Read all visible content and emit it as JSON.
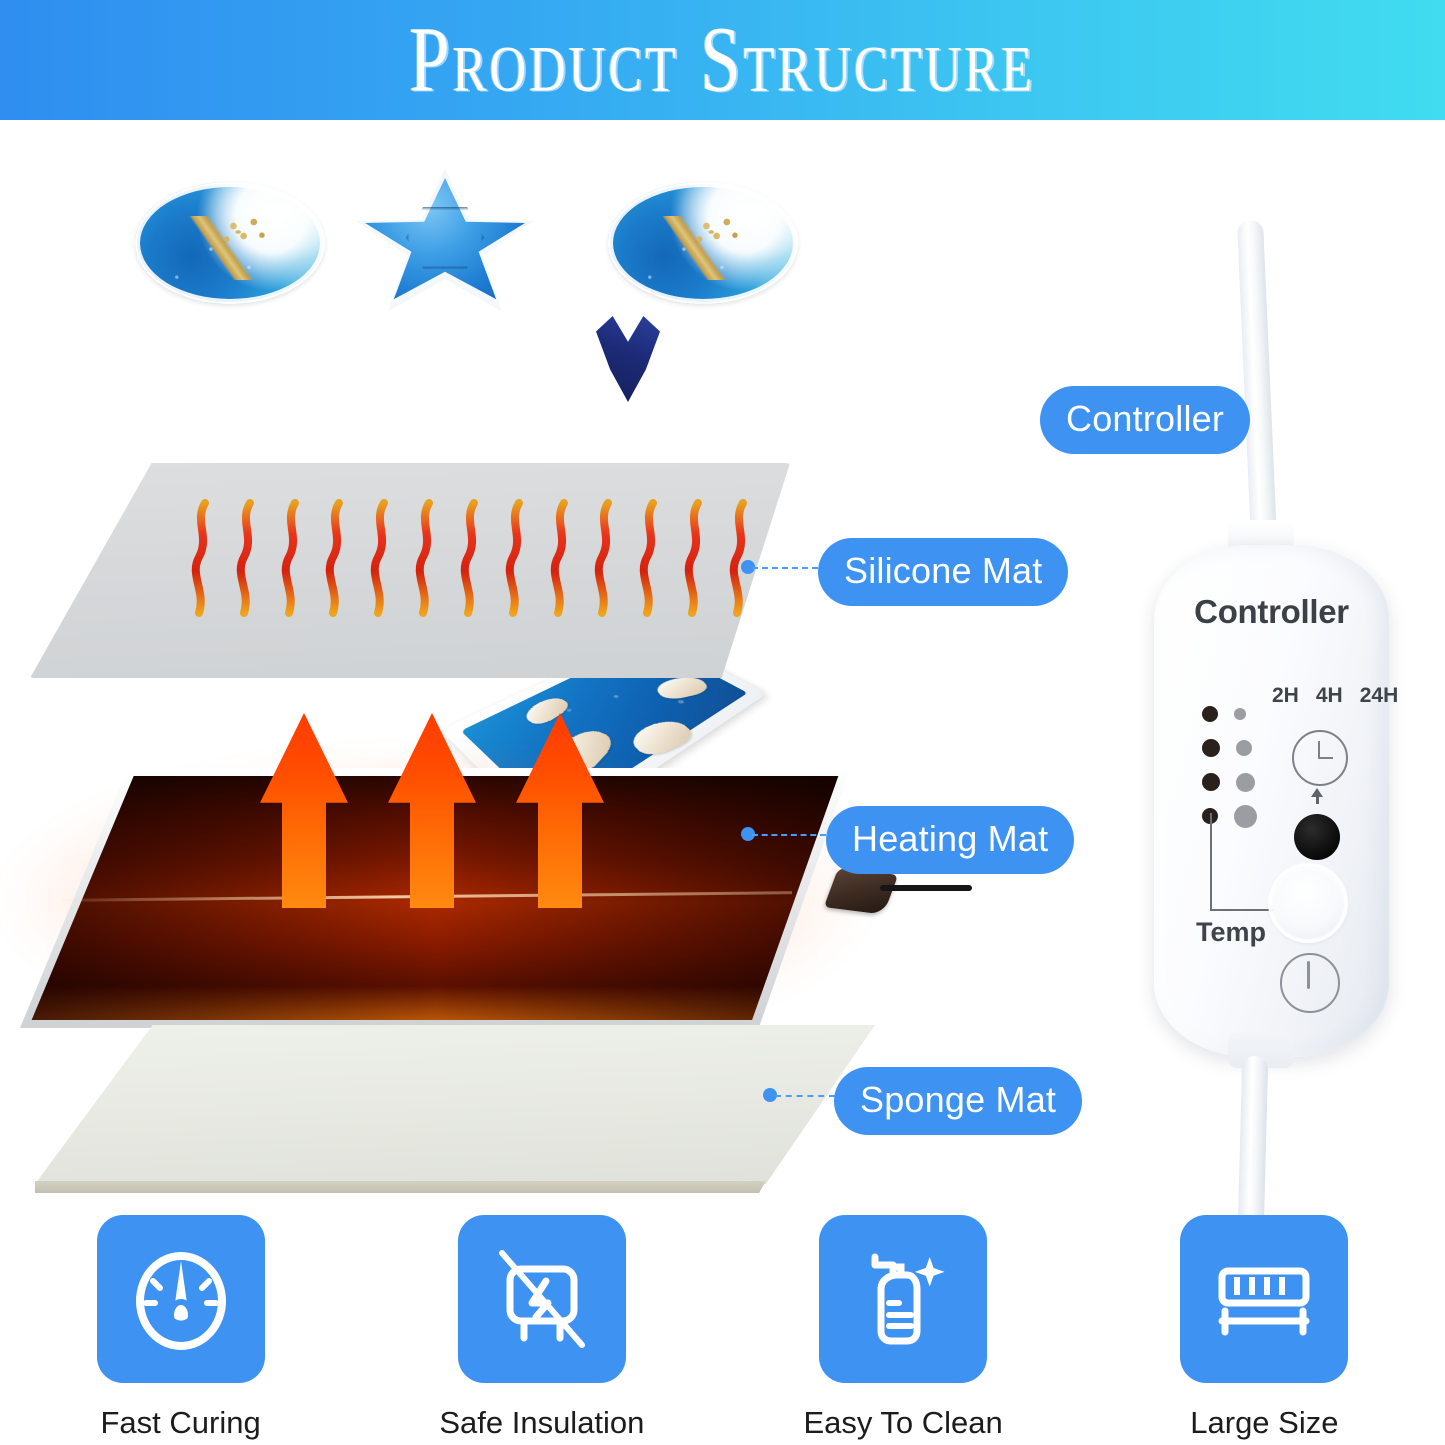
{
  "header": {
    "title": "Product Structure"
  },
  "layers": [
    {
      "id": "silicone",
      "label": "Silicone Mat"
    },
    {
      "id": "heating",
      "label": "Heating Mat"
    },
    {
      "id": "sponge",
      "label": "Sponge Mat"
    }
  ],
  "callouts": {
    "silicone_mat": "Silicone Mat",
    "heating_mat": "Heating Mat",
    "sponge_mat": "Sponge Mat",
    "controller": "Controller"
  },
  "controller": {
    "badge_label": "Controller",
    "body_label": "Controller",
    "timer_options": [
      "2H",
      "4H",
      "24H"
    ],
    "temp_label": "Temp",
    "led_rows": [
      {
        "dark": 16,
        "grey": 12
      },
      {
        "dark": 18,
        "grey": 16
      },
      {
        "dark": 18,
        "grey": 19
      },
      {
        "dark": 16,
        "grey": 23
      }
    ],
    "icons": {
      "timer": "clock-icon",
      "timer_button": "timer-button",
      "temp_button": "temperature-button",
      "power": "power-icon"
    }
  },
  "features": [
    {
      "label": "Fast Curing",
      "icon": "speedometer-icon"
    },
    {
      "label": "Safe Insulation",
      "icon": "no-electric-shock-icon"
    },
    {
      "label": "Easy To Clean",
      "icon": "spray-bottle-icon"
    },
    {
      "label": "Large Size",
      "icon": "ruler-icon"
    }
  ],
  "crafts": [
    {
      "name": "round-shell-coaster-left",
      "shape": "round"
    },
    {
      "name": "blue-star-resin-piece",
      "shape": "star"
    },
    {
      "name": "round-shell-coaster-right",
      "shape": "round"
    },
    {
      "name": "hexagon-silicone-mold",
      "shape": "hexagon"
    },
    {
      "name": "square-ocean-resin-piece",
      "shape": "square"
    }
  ],
  "colors": {
    "accent_blue": "#3d92f2",
    "header_gradient_start": "#2f8ef0",
    "header_gradient_end": "#41dcf0",
    "heat_orange": "#ff4d00",
    "silicone_gray": "#d6d8da",
    "sponge_cream": "#e7e9e2"
  }
}
